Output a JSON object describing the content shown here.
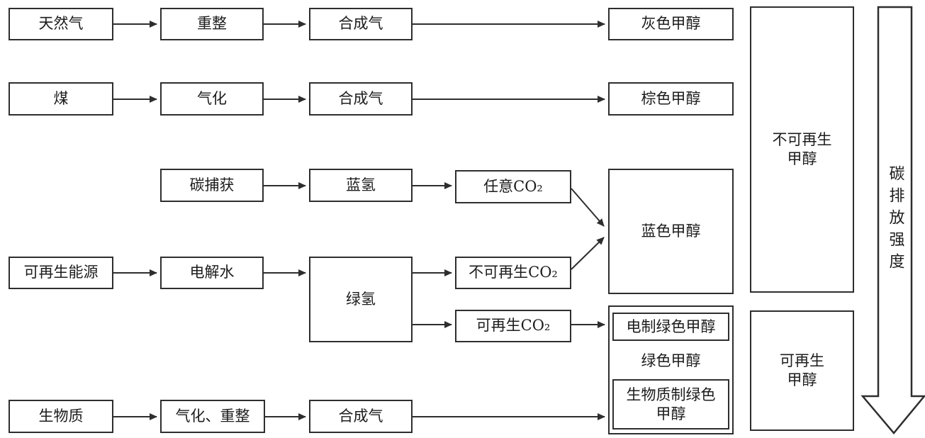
{
  "diagram": {
    "type": "flowchart",
    "language": "zh-CN",
    "nodes": {
      "natural_gas": "天然气",
      "reforming": "重整",
      "syngas_1": "合成气",
      "grey_methanol": "灰色甲醇",
      "coal": "煤",
      "gasification": "气化",
      "syngas_2": "合成气",
      "brown_methanol": "棕色甲醇",
      "carbon_capture": "碳捕获",
      "blue_hydrogen": "蓝氢",
      "any_co2": "任意CO₂",
      "blue_methanol": "蓝色甲醇",
      "renewable_energy": "可再生能源",
      "electrolysis": "电解水",
      "green_hydrogen": "绿氢",
      "nonrenewable_co2": "不可再生CO₂",
      "renewable_co2": "可再生CO₂",
      "e_green_methanol": "电制绿色甲醇",
      "green_methanol": "绿色甲醇",
      "biomass_green_methanol": "生物质制绿色\n甲醇",
      "biomass": "生物质",
      "gasification_reforming": "气化、重整",
      "syngas_3": "合成气",
      "nonrenewable_methanol": "不可再生\n甲醇",
      "renewable_methanol": "可再生\n甲醇",
      "carbon_intensity_axis": "碳排放强度"
    },
    "edges": [
      {
        "from": "natural_gas",
        "to": "reforming"
      },
      {
        "from": "reforming",
        "to": "syngas_1"
      },
      {
        "from": "syngas_1",
        "to": "grey_methanol"
      },
      {
        "from": "coal",
        "to": "gasification"
      },
      {
        "from": "gasification",
        "to": "syngas_2"
      },
      {
        "from": "syngas_2",
        "to": "brown_methanol"
      },
      {
        "from": "carbon_capture",
        "to": "blue_hydrogen"
      },
      {
        "from": "blue_hydrogen",
        "to": "any_co2"
      },
      {
        "from": "any_co2",
        "to": "blue_methanol"
      },
      {
        "from": "renewable_energy",
        "to": "electrolysis"
      },
      {
        "from": "electrolysis",
        "to": "green_hydrogen"
      },
      {
        "from": "green_hydrogen",
        "to": "nonrenewable_co2"
      },
      {
        "from": "nonrenewable_co2",
        "to": "blue_methanol"
      },
      {
        "from": "green_hydrogen",
        "to": "renewable_co2"
      },
      {
        "from": "renewable_co2",
        "to": "green_methanol"
      },
      {
        "from": "biomass",
        "to": "gasification_reforming"
      },
      {
        "from": "gasification_reforming",
        "to": "syngas_3"
      },
      {
        "from": "syngas_3",
        "to": "green_methanol"
      }
    ],
    "colors": {
      "line": "#2e2e2e",
      "background": "#ffffff",
      "text": "#1c1c1c"
    }
  }
}
